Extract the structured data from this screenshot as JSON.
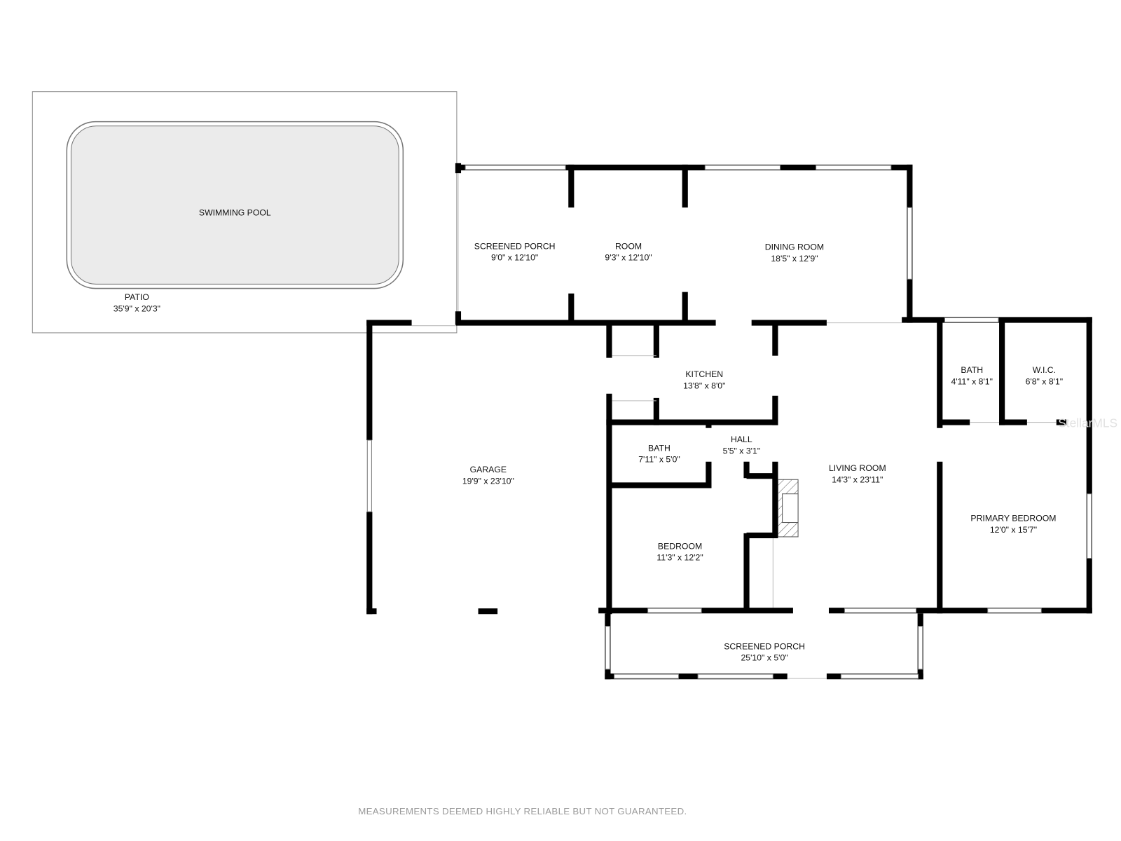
{
  "rooms": {
    "pool": {
      "name": "SWIMMING POOL"
    },
    "patio": {
      "name": "PATIO",
      "dims": "35'9\" x 20'3\""
    },
    "screened_porch_back": {
      "name": "SCREENED PORCH",
      "dims": "9'0\" x 12'10\""
    },
    "room": {
      "name": "ROOM",
      "dims": "9'3\" x 12'10\""
    },
    "dining": {
      "name": "DINING ROOM",
      "dims": "18'5\" x 12'9\""
    },
    "kitchen": {
      "name": "KITCHEN",
      "dims": "13'8\" x 8'0\""
    },
    "garage": {
      "name": "GARAGE",
      "dims": "19'9\" x 23'10\""
    },
    "bath1": {
      "name": "BATH",
      "dims": "7'11\" x 5'0\""
    },
    "hall": {
      "name": "HALL",
      "dims": "5'5\" x 3'1\""
    },
    "bedroom": {
      "name": "BEDROOM",
      "dims": "11'3\" x 12'2\""
    },
    "living": {
      "name": "LIVING ROOM",
      "dims": "14'3\" x 23'11\""
    },
    "bath2": {
      "name": "BATH",
      "dims": "4'11\" x 8'1\""
    },
    "wic": {
      "name": "W.I.C.",
      "dims": "6'8\" x 8'1\""
    },
    "primary": {
      "name": "PRIMARY BEDROOM",
      "dims": "12'0\" x 15'7\""
    },
    "screened_porch_front": {
      "name": "SCREENED PORCH",
      "dims": "25'10\" x 5'0\""
    }
  },
  "watermark": "StellarMLS",
  "footer": "MEASUREMENTS DEEMED HIGHLY RELIABLE BUT NOT GUARANTEED."
}
